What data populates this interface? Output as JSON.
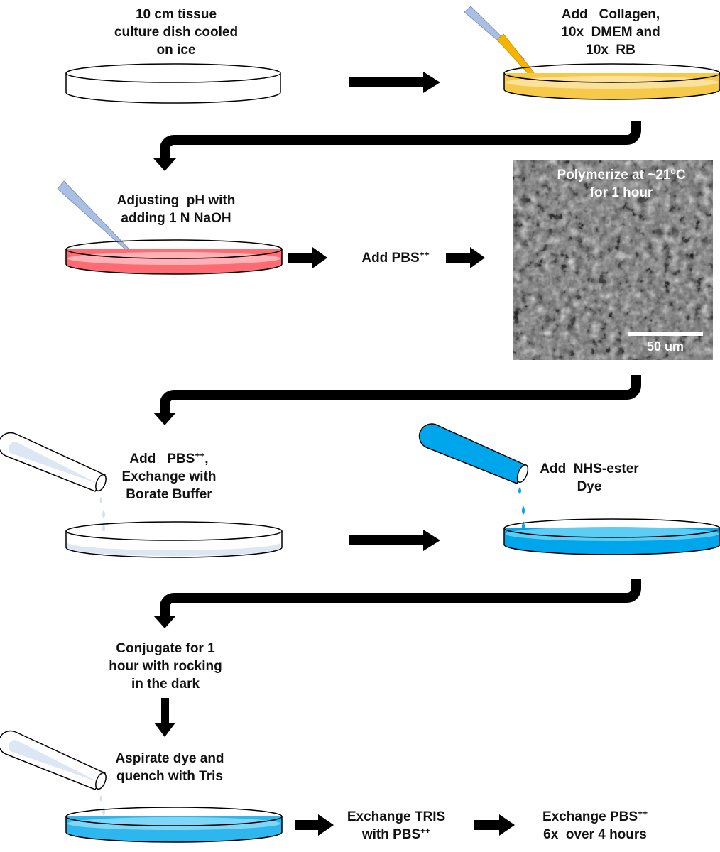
{
  "steps": {
    "step1": {
      "lines": [
        "10 cm tissue",
        "culture dish cooled",
        "on ice"
      ]
    },
    "step2": {
      "lines": [
        "Add   Collagen,",
        "10x  DMEM and",
        "10x  RB"
      ]
    },
    "step3": {
      "lines": [
        "Adjusting  pH with",
        "adding 1 N NaOH"
      ]
    },
    "step4": {
      "text": "Add PBS",
      "sup": "++"
    },
    "step5": {
      "line1": "Polymerize at ~21",
      "line1_sup": "o",
      "line1_end": "C",
      "line2": "for 1 hour"
    },
    "step6": {
      "line1": "Add   PBS",
      "line1_sup": "++",
      "line1_end": ",",
      "line2": "Exchange with",
      "line3": "Borate Buffer"
    },
    "step7": {
      "lines": [
        "Add  NHS-ester",
        "Dye"
      ]
    },
    "step8": {
      "lines": [
        "Conjugate for 1",
        "hour with rocking",
        "in the dark"
      ]
    },
    "step9": {
      "lines": [
        "Aspirate dye and",
        "quench with Tris"
      ]
    },
    "step10": {
      "line1": "Exchange TRIS",
      "line2": "with PBS",
      "line2_sup": "++"
    },
    "step11": {
      "line1": "Exchange PBS",
      "line1_sup": "++",
      "line2": "6x  over 4 hours"
    }
  },
  "micrograph": {
    "scale_bar_label": "50 um"
  },
  "colors": {
    "collagen": "#F7C948",
    "ph_adjusted": "#FF6B73",
    "borate": "#DCE6F5",
    "dye": "#00A6EC",
    "tris": "#2EB6EE",
    "arrow": "#000000"
  }
}
